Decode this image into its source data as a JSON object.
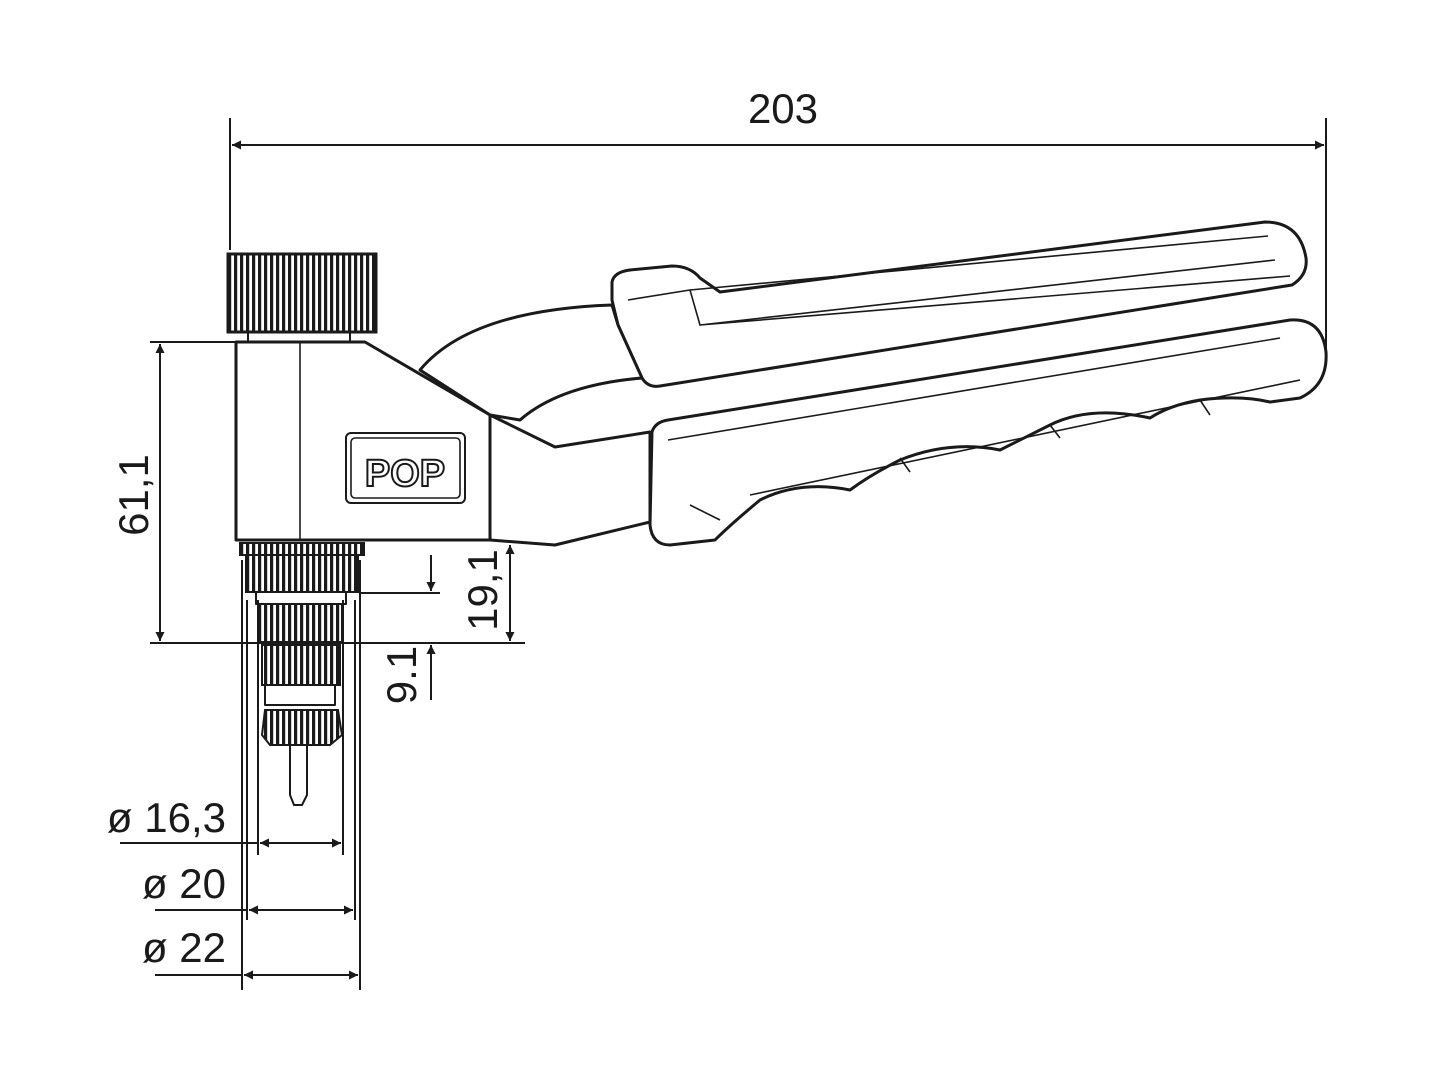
{
  "title": "Rivet tool dimension drawing",
  "logo_text": "POP",
  "dimensions": {
    "overall_length": "203",
    "height": "61,1",
    "nose_offset": "19,1",
    "nose_step": "9.1",
    "dia_small": "ø 16,3",
    "dia_mid": "ø 20",
    "dia_large": "ø 22"
  },
  "colors": {
    "line": "#1a1a1a",
    "background": "#ffffff"
  }
}
